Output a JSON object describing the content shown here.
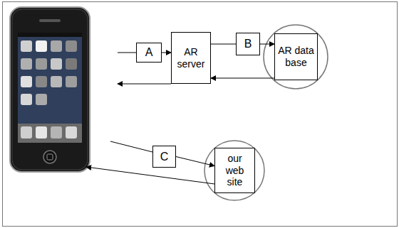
{
  "diagram": {
    "nodes": [
      {
        "text": [
          "A"
        ]
      },
      {
        "text": [
          "AR server"
        ]
      },
      {
        "text": [
          "B"
        ]
      },
      {
        "text": [
          "AR data base"
        ]
      },
      {
        "text": [
          "C"
        ]
      },
      {
        "text": [
          "our web site"
        ]
      }
    ],
    "edges": [
      {
        "from": 0,
        "to": 1,
        "arrow": "to"
      },
      {
        "from": 1,
        "to": 2,
        "arrow": "none"
      },
      {
        "from": 2,
        "to": 3,
        "arrow": "to"
      },
      {
        "from": 3,
        "to": 1,
        "arrow": "to"
      },
      {
        "from": 4,
        "to": 5,
        "arrow": "to"
      }
    ]
  }
}
